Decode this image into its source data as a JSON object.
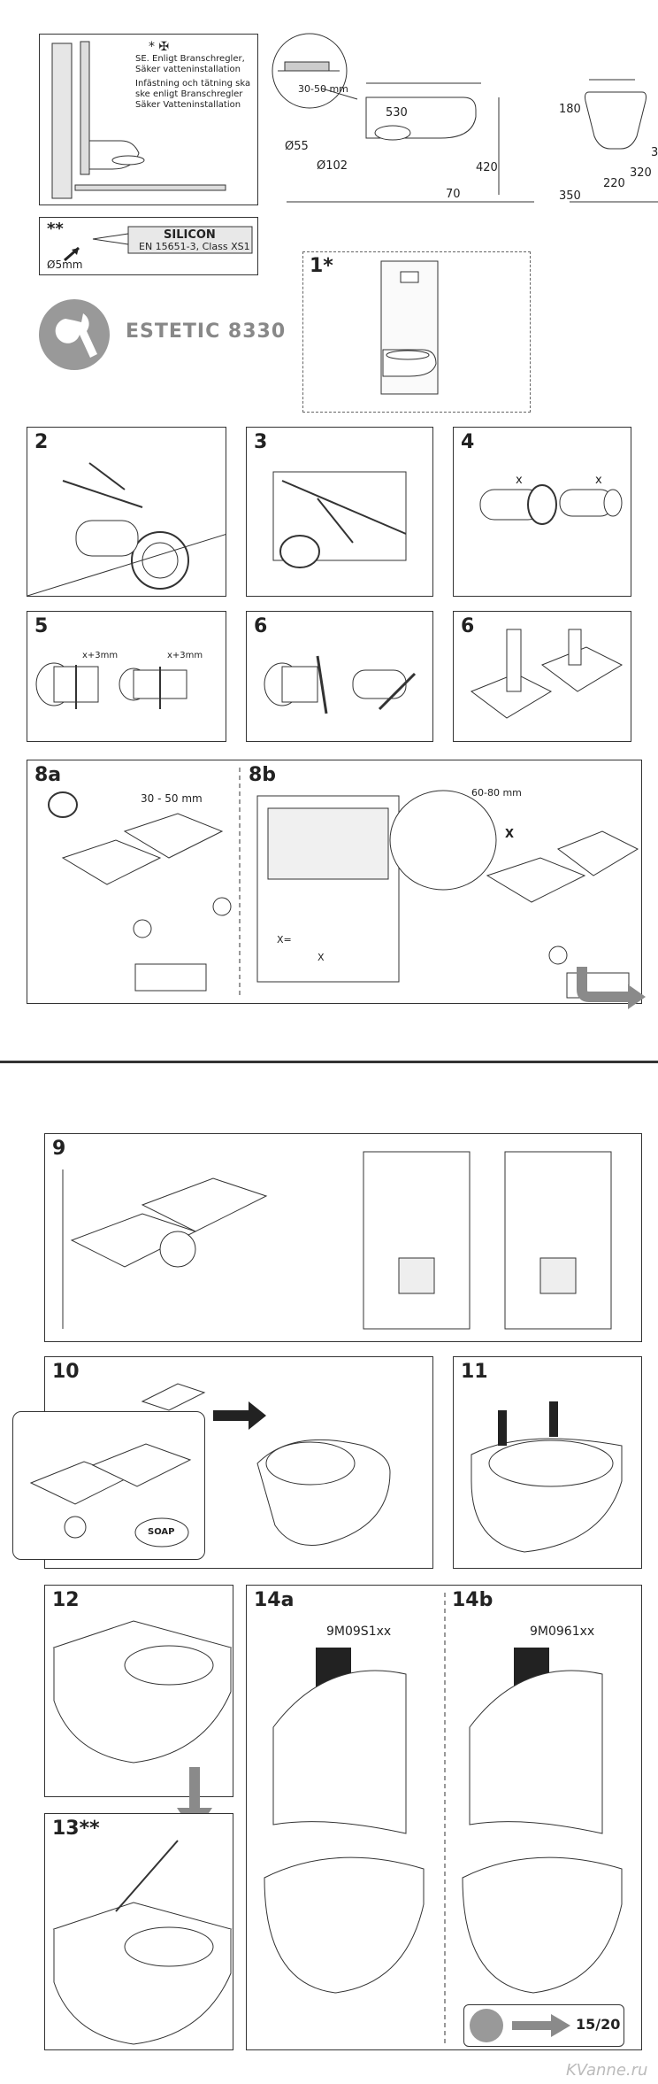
{
  "header": {
    "swedish_note_symbol": "*",
    "swedish_note_lines": [
      "SE. Enligt Branschregler,",
      "Säker vatteninstallation",
      "Infästning och tätning ska",
      "ske enligt Branschregler",
      "Säker Vatteninstallation"
    ],
    "silicon_marker": "**",
    "silicon_title": "SILICON",
    "silicon_spec": "EN 15651-3, Class XS1",
    "silicon_diameter": "Ø5mm",
    "brand_name": "ESTETIC 8330",
    "step1_label": "1*"
  },
  "dimensions": {
    "bracket_gap": "30-50 mm",
    "length": "530",
    "d55": "Ø55",
    "d102": "Ø102",
    "height": "420",
    "bottom": "70",
    "width_top": "180",
    "h320": "320",
    "h220": "220",
    "width_bottom": "350",
    "right_cut": "3"
  },
  "steps": {
    "s2": "2",
    "s3": "3",
    "s4": "4",
    "s4_x1": "x",
    "s4_x2": "x",
    "s5": "5",
    "s5_a": "x+3mm",
    "s5_b": "x+3mm",
    "s6a": "6",
    "s6b": "6",
    "s8a": "8a",
    "s8a_range": "30 - 50 mm",
    "s8b": "8b",
    "s8b_range": "60-80 mm",
    "s8b_x": "X",
    "s8b_x2": "X=",
    "s8b_x3": "X",
    "s9": "9",
    "s10": "10",
    "s10_soap": "SOAP",
    "s11": "11",
    "s12": "12",
    "s13": "13**",
    "s14a": "14a",
    "s14a_code": "9M09S1xx",
    "s14b": "14b",
    "s14b_code": "9M0961xx",
    "footer_ref": "15/20"
  },
  "watermark": "KVanne.ru",
  "colors": {
    "line": "#333333",
    "gray": "#999999",
    "arrow_gray": "#8a8a8a",
    "dark": "#222222"
  }
}
